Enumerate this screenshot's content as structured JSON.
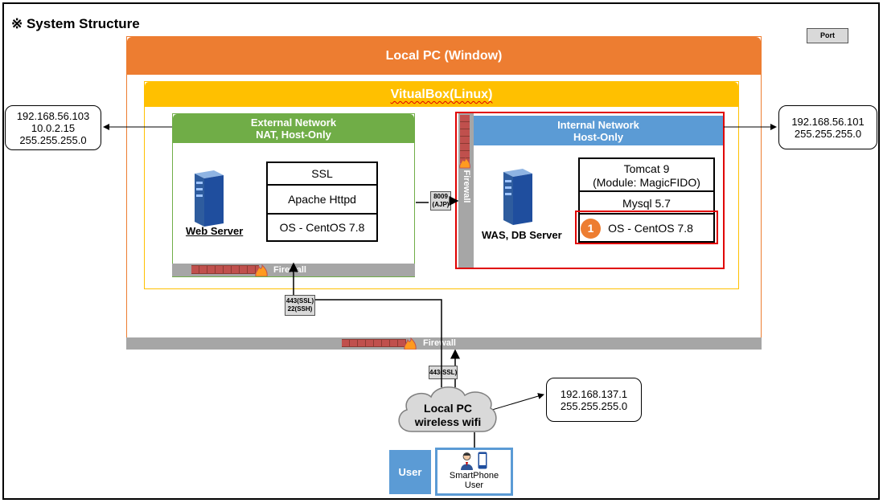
{
  "title": "※ System Structure",
  "legend": {
    "port_label": "Port"
  },
  "local_pc": {
    "label": "Local PC (Window)"
  },
  "virtualbox": {
    "label": "VitualBox(Linux)"
  },
  "external_network": {
    "title_line1": "External Network",
    "title_line2": "NAT, Host-Only",
    "stack": [
      "SSL",
      "Apache Httpd",
      "OS - CentOS 7.8"
    ],
    "server_label": "Web Server",
    "firewall_label": "Firewall"
  },
  "internal_network": {
    "title_line1": "Internal Network",
    "title_line2": "Host-Only",
    "stack_tomcat_line1": "Tomcat 9",
    "stack_tomcat_line2": "(Module: MagicFIDO)",
    "stack_mysql": "Mysql 5.7",
    "stack_os": "OS - CentOS 7.8",
    "server_label": "WAS, DB Server",
    "firewall_label": "Firewall",
    "badge": "1"
  },
  "outer_firewall_label": "Firewall",
  "ports": {
    "ajp_line1": "8009",
    "ajp_line2": "(AJP)",
    "web_line1": "443(SSL)",
    "web_line2": "22(SSH)",
    "wifi": "443(SSL)"
  },
  "ip_boxes": {
    "external": [
      "192.168.56.103",
      "10.0.2.15",
      "255.255.255.0"
    ],
    "internal": [
      "192.168.56.101",
      "255.255.255.0"
    ],
    "wifi": [
      "192.168.137.1",
      "255.255.255.0"
    ]
  },
  "cloud": {
    "line1": "Local PC",
    "line2": "wireless wifi"
  },
  "user_box": {
    "label": "User"
  },
  "smartphone": {
    "line1": "SmartPhone",
    "line2": "User"
  },
  "colors": {
    "local_pc": "#ed7d31",
    "virtualbox": "#ffc000",
    "external_network": "#70ad47",
    "internal_network": "#5b9bd5",
    "firewall_bar": "#a6a6a6",
    "highlight": "#e00000"
  },
  "icons": [
    "server-icon",
    "firewall-brick-icon",
    "flame-icon",
    "person-icon",
    "smartphone-icon",
    "cloud-icon"
  ]
}
